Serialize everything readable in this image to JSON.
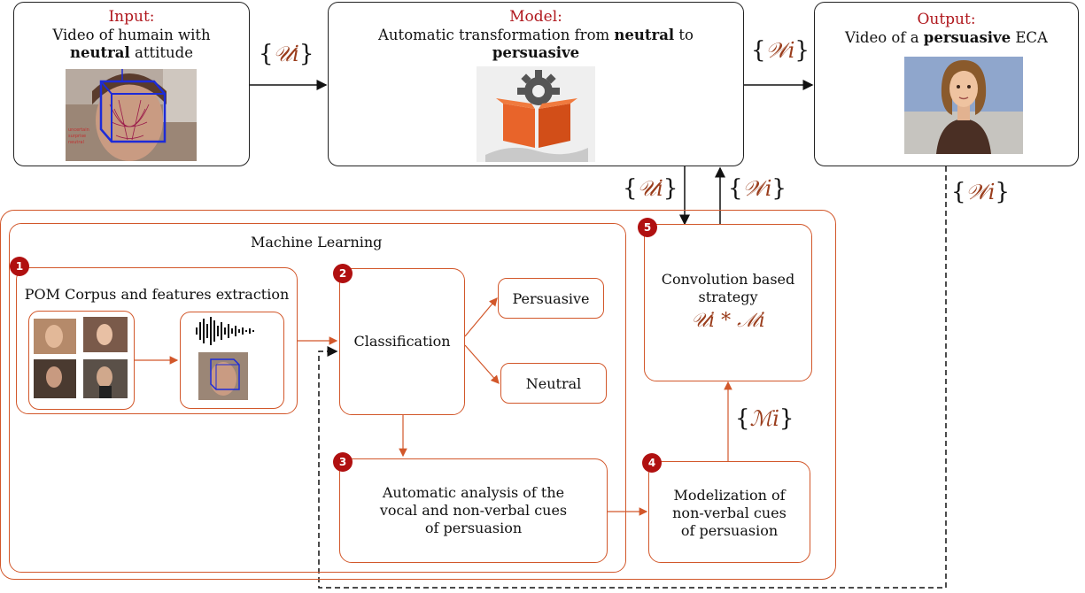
{
  "input": {
    "heading": "Input:",
    "line1": "Video of humain with",
    "bold": "neutral",
    "rest": " attitude"
  },
  "model": {
    "heading": "Model:",
    "line1_pre": "Automatic transformation from ",
    "line1_bold": "neutral",
    "line1_post": " to",
    "line2_bold": "persuasive"
  },
  "output": {
    "heading": "Output:",
    "pre": "Video of a ",
    "bold": "persuasive",
    "post": " ECA"
  },
  "edge_labels": {
    "ui": "𝒰i",
    "wi": "𝒲i",
    "mi": "ℳi"
  },
  "ml_group": {
    "title": "Machine Learning"
  },
  "steps": {
    "s1": {
      "num": "1",
      "label": "POM Corpus and features extraction"
    },
    "s2": {
      "num": "2",
      "label": "Classification"
    },
    "s3": {
      "num": "3",
      "label": "Automatic analysis of the vocal and non-verbal cues of persuasion"
    },
    "s4": {
      "num": "4",
      "label": "Modelization of non-verbal cues of persuasion"
    },
    "s5": {
      "num": "5",
      "label": "Convolution based strategy",
      "formula": "𝒰i * ℳi"
    }
  },
  "classes": {
    "persuasive": "Persuasive",
    "neutral": "Neutral"
  },
  "colors": {
    "heading": "#b0171d",
    "orange_line": "#d2572a",
    "badge": "#b01010",
    "formula": "#9a3d1c"
  }
}
